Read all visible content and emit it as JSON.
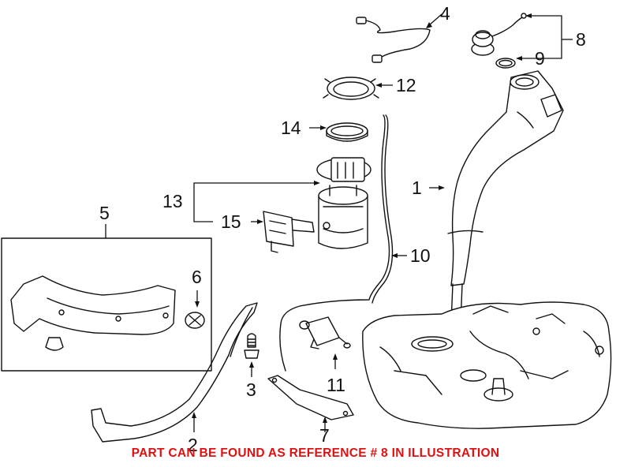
{
  "callouts": {
    "c1": "1",
    "c2": "2",
    "c3": "3",
    "c4": "4",
    "c5": "5",
    "c6": "6",
    "c7": "7",
    "c8": "8",
    "c9": "9",
    "c10": "10",
    "c11": "11",
    "c12": "12",
    "c13": "13",
    "c14": "14",
    "c15": "15"
  },
  "footer_note": "PART CAN BE FOUND AS REFERENCE # 8 IN ILLUSTRATION",
  "colors": {
    "note": "#e01010",
    "line": "#111111",
    "background": "#ffffff"
  }
}
